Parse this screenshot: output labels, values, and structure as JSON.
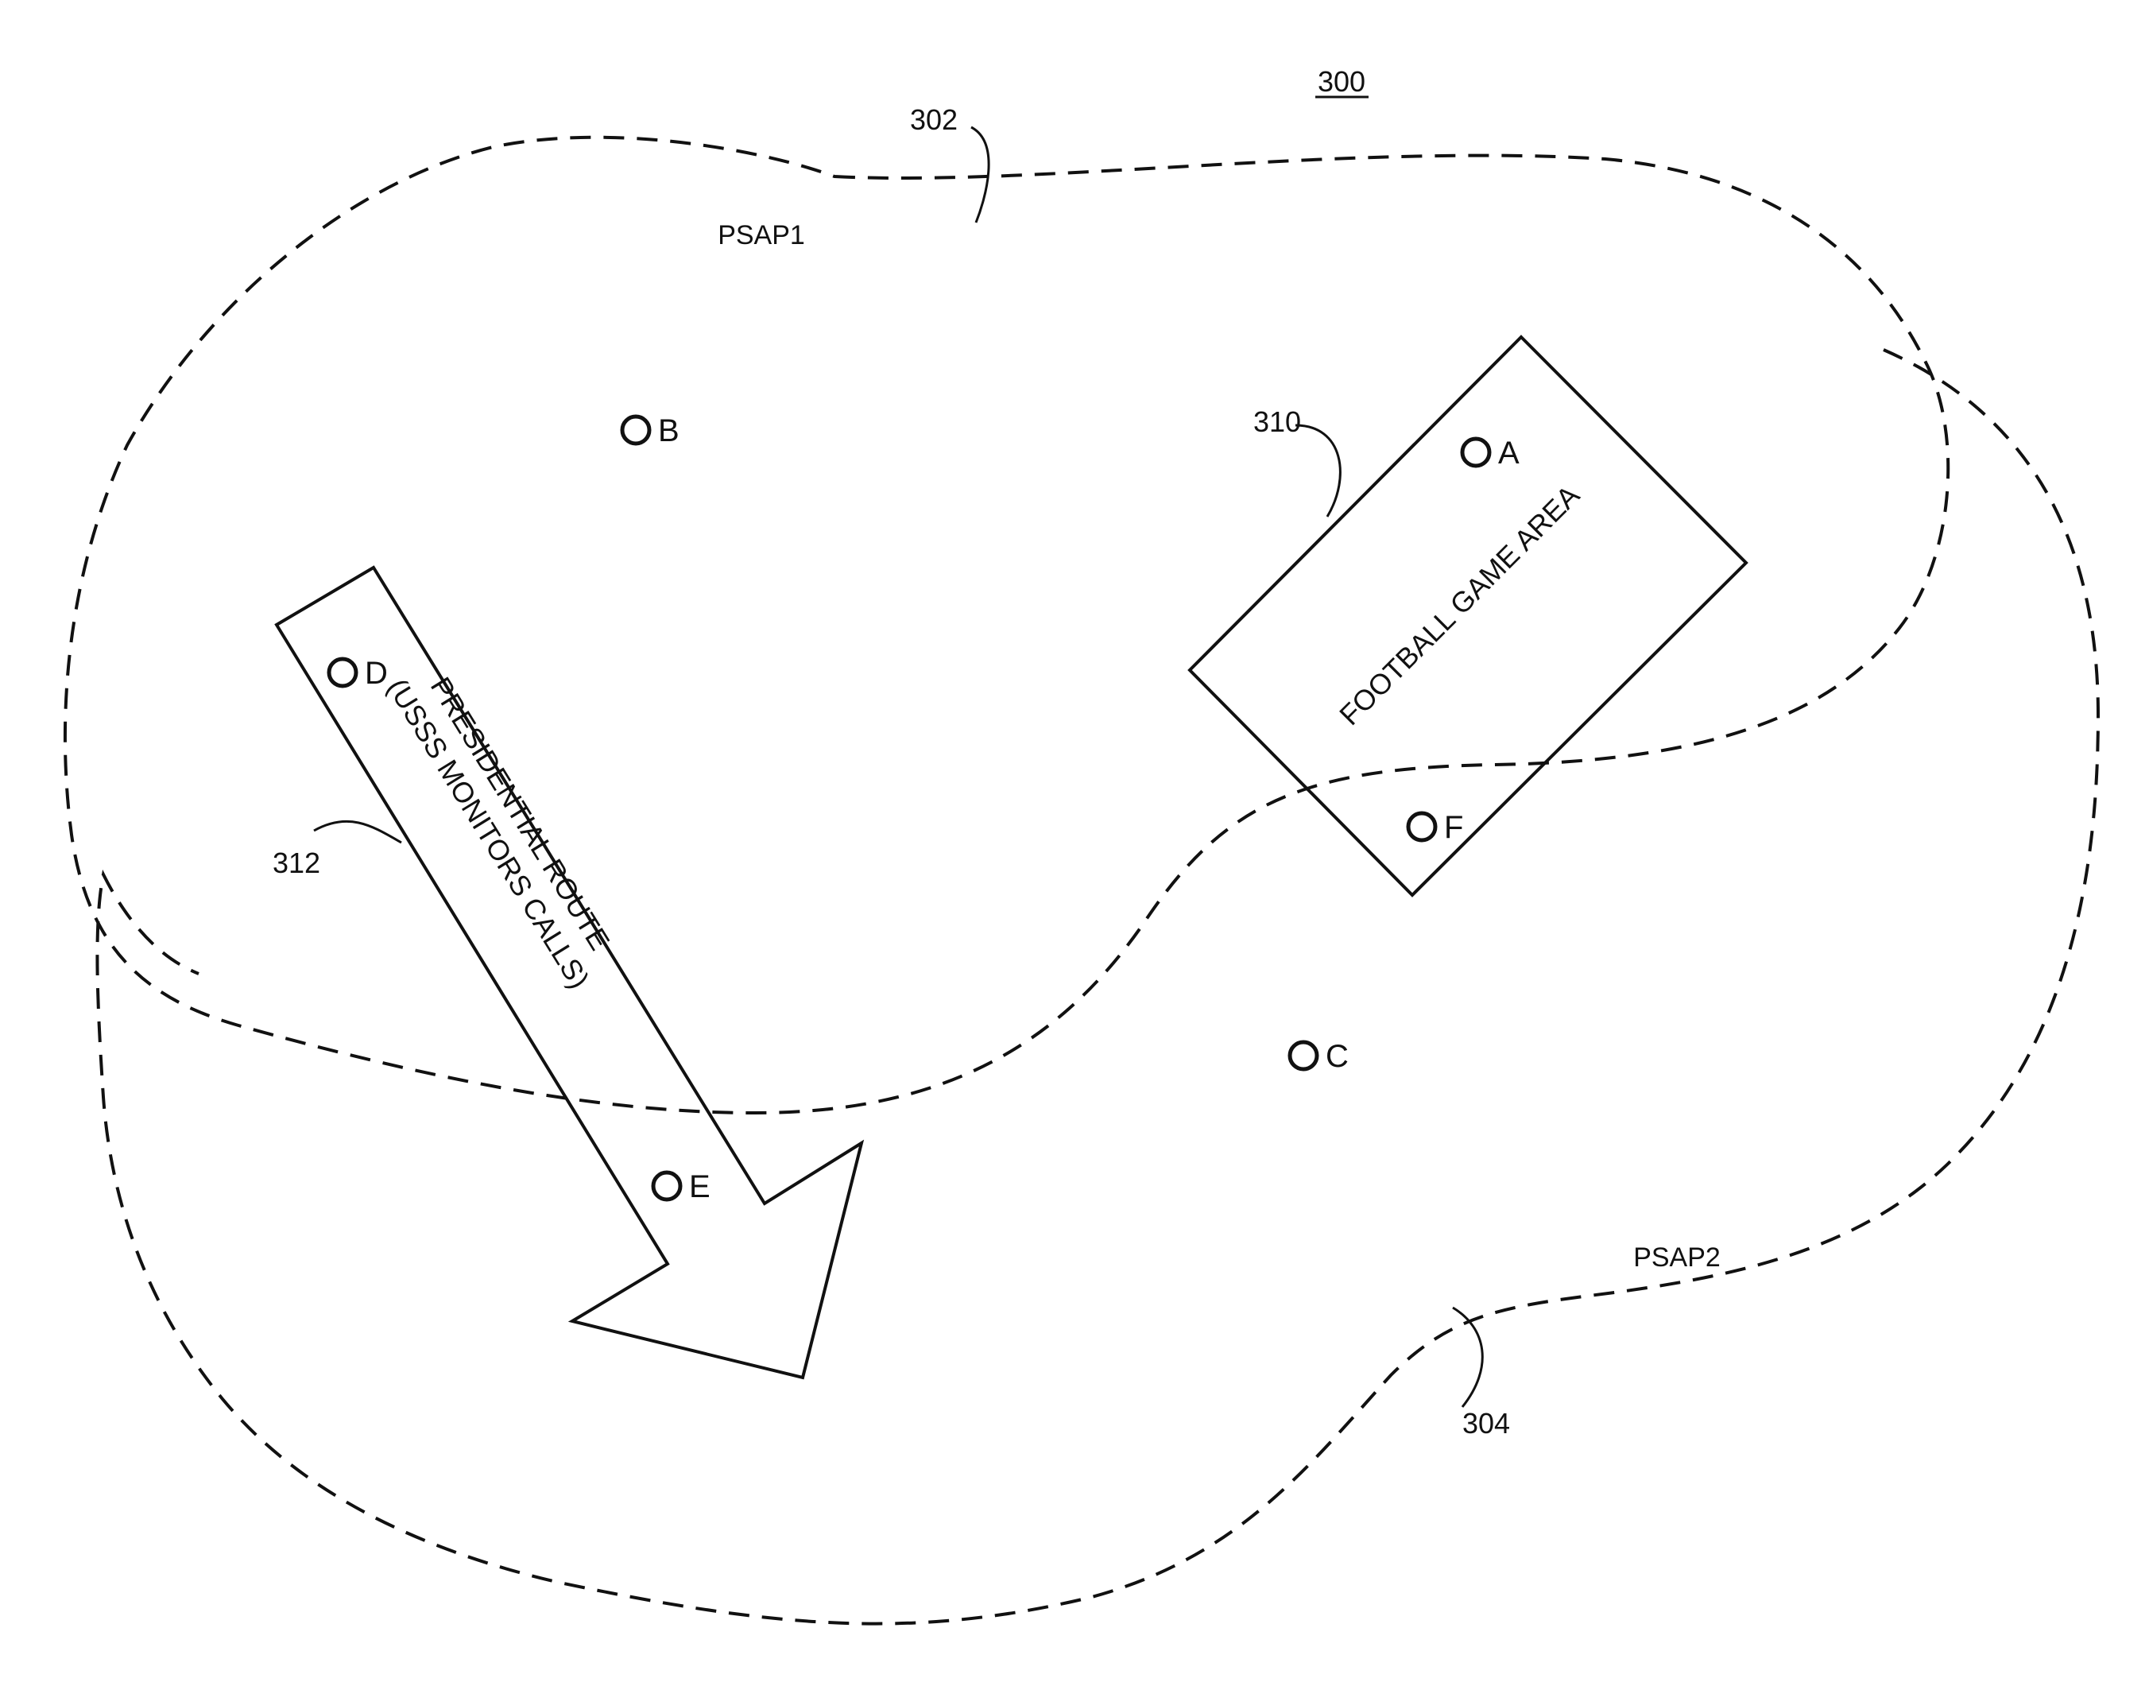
{
  "figure": {
    "number": "300"
  },
  "regions": [
    {
      "id": "psap1",
      "label": "PSAP1",
      "ref": "302"
    },
    {
      "id": "psap2",
      "label": "PSAP2",
      "ref": "304"
    }
  ],
  "features": {
    "football": {
      "label": "FOOTBALL GAME AREA",
      "ref": "310"
    },
    "route": {
      "label_line1": "PRESIDENTIAL ROUTE",
      "label_line2": "(USSS MONITORS CALLS)",
      "ref": "312"
    }
  },
  "points": {
    "a": "A",
    "b": "B",
    "c": "C",
    "d": "D",
    "e": "E",
    "f": "F"
  }
}
